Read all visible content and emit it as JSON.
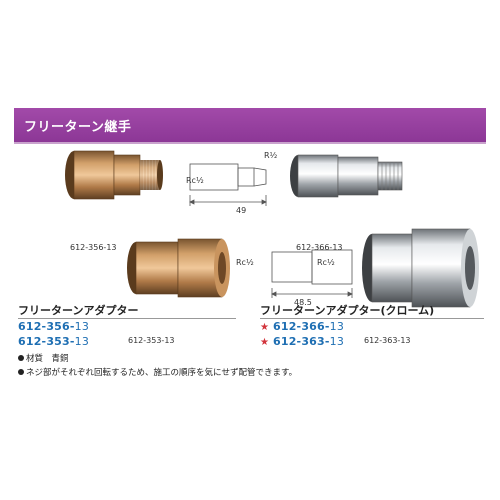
{
  "header": {
    "title": "フリーターン継手"
  },
  "captions": {
    "p1": "612-356-13",
    "p2": "612-353-13",
    "p3": "612-366-13",
    "p4": "612-363-13"
  },
  "dims": {
    "d1_left": "Rc½",
    "d1_right": "R½",
    "d1_length": "49",
    "d2_left": "Rc½",
    "d2_right": "Rc½",
    "d2_length": "48.5"
  },
  "left": {
    "title": "フリーターンアダプター",
    "codes": [
      {
        "main": "612-356-",
        "suffix": "13"
      },
      {
        "main": "612-353-",
        "suffix": "13"
      }
    ]
  },
  "right": {
    "title": "フリーターンアダプター(クローム)",
    "star": "★",
    "codes": [
      {
        "main": "612-366-",
        "suffix": "13"
      },
      {
        "main": "612-363-",
        "suffix": "13"
      }
    ]
  },
  "notes": {
    "material": "材質　青銅",
    "info": "ネジ部がそれぞれ回転するため、施工の順序を気にせず配管できます。"
  },
  "colors": {
    "header": "#8c3796",
    "code": "#1f6fb3",
    "star": "#d2343c"
  }
}
